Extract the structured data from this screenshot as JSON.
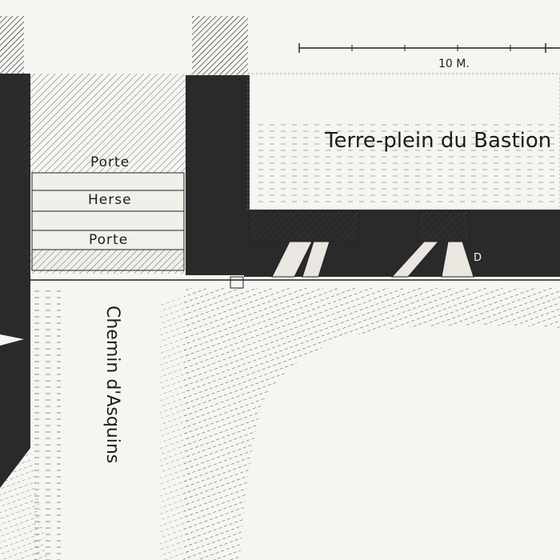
{
  "scale_bar": {
    "label": "10 M."
  },
  "labels": {
    "terre_plein": "Terre-plein du Bastion",
    "porte_upper": "Porte",
    "herse": "Herse",
    "porte_lower": "Porte",
    "chemin": "Chemin d'Asquins",
    "marker_d": "D"
  },
  "colors": {
    "paper": "#f6f5f1",
    "masonry": "#2a2a2a",
    "ink": "#1c1c1c"
  }
}
